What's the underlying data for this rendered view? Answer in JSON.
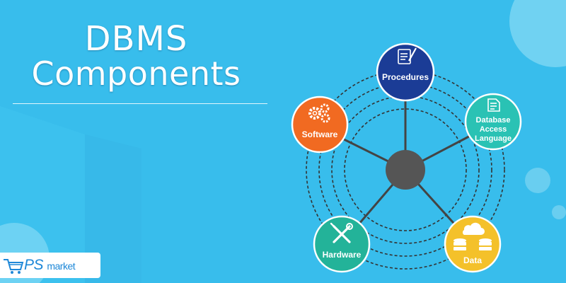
{
  "title": {
    "line1": "DBMS",
    "line2": "Components"
  },
  "colors": {
    "background": "#38bdec",
    "hub": "#555555",
    "procedures": "#1b3c96",
    "database_access_language": "#2ac2b4",
    "data": "#f4c12a",
    "hardware": "#23b399",
    "software": "#f16a21"
  },
  "diagram": {
    "hub": {
      "name": "hub"
    },
    "nodes": [
      {
        "id": "procedures",
        "label_lines": [
          "Procedures"
        ],
        "icon": "document-pen-icon"
      },
      {
        "id": "database-access-language",
        "label_lines": [
          "Database",
          "Access",
          "Language"
        ],
        "icon": "document-icon"
      },
      {
        "id": "data",
        "label_lines": [
          "Data"
        ],
        "icon": "database-cloud-icon"
      },
      {
        "id": "hardware",
        "label_lines": [
          "Hardware"
        ],
        "icon": "tools-icon"
      },
      {
        "id": "software",
        "label_lines": [
          "Software"
        ],
        "icon": "gears-icon"
      }
    ]
  },
  "logo": {
    "brand": "PS",
    "suffix": "market",
    "icon": "cart-logo-icon"
  }
}
